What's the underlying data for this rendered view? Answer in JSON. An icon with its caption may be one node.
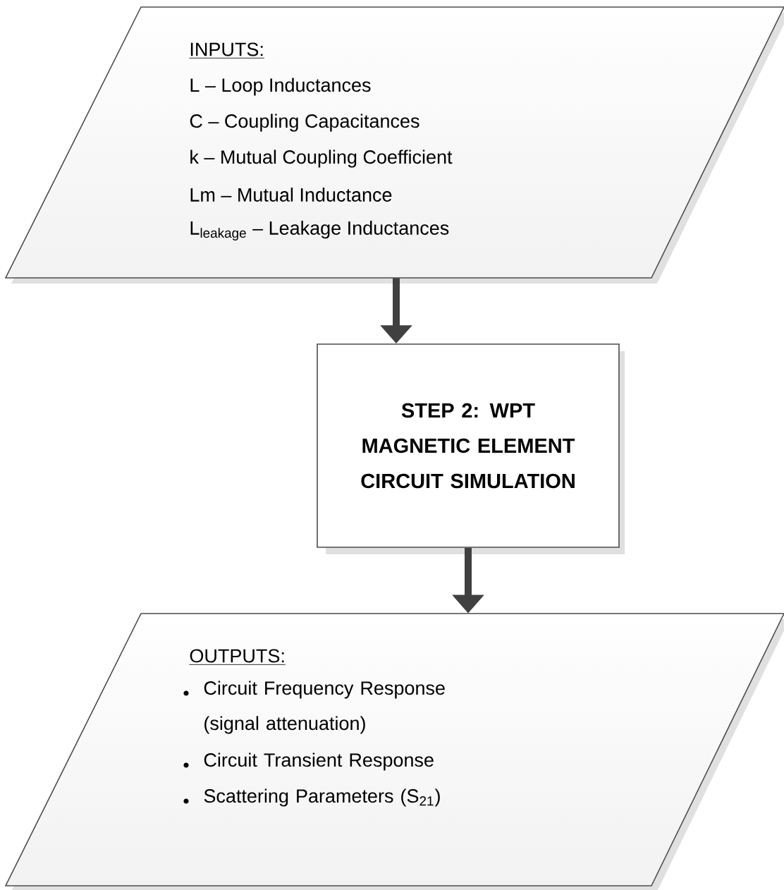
{
  "diagram": {
    "nodes": [
      {
        "text": [
          "INPUTS:",
          "L – Loop Inductances",
          "C – Coupling Capacitances",
          "k – Mutual Coupling Coefficient",
          "Lm – Mutual Inductance",
          "L$_{leakage}$ – Leakage Inductances"
        ]
      },
      {
        "text": [
          "STEP 2: WPT MAGNETIC ELEMENT CIRCUIT SIMULATION"
        ]
      },
      {
        "text": [
          "OUTPUTS:",
          "Circuit Frequency Response (signal attenuation)",
          "Circuit Transient Response",
          "Scattering Parameters (S$_{21}$)"
        ]
      }
    ],
    "edges": [
      {
        "from": 0,
        "to": 1,
        "arrow": "to"
      },
      {
        "from": 1,
        "to": 2,
        "arrow": "to"
      }
    ]
  }
}
